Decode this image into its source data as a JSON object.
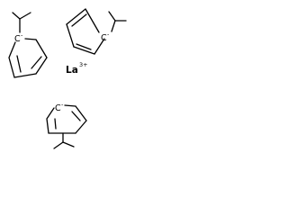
{
  "molecule": {
    "metal": {
      "symbol": "La",
      "charge": "3+"
    },
    "ligands": [
      {
        "carbanion_symbol": "C",
        "carbanion_charge": "-"
      },
      {
        "carbanion_symbol": "C",
        "carbanion_charge": "-"
      },
      {
        "carbanion_symbol": "C",
        "carbanion_charge": "-"
      }
    ]
  }
}
